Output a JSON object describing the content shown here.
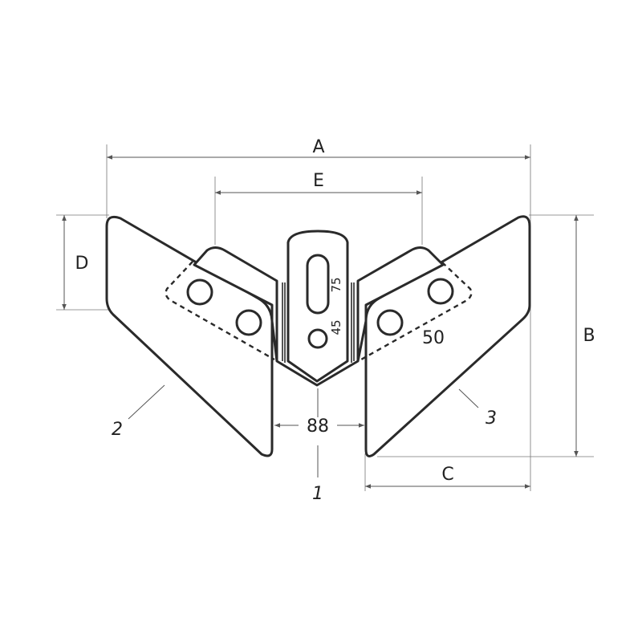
{
  "dimensions": {
    "A": "A",
    "B": "B",
    "C": "C",
    "D": "D",
    "E": "E",
    "gap": "88",
    "slot_length": "75",
    "hole_offset": "45",
    "hole_spacing": "50"
  },
  "callouts": {
    "part_1": "1",
    "part_2": "2",
    "part_3": "3"
  },
  "colors": {
    "line": "#2a2a2a",
    "dimension": "#555555",
    "background": "#ffffff"
  }
}
